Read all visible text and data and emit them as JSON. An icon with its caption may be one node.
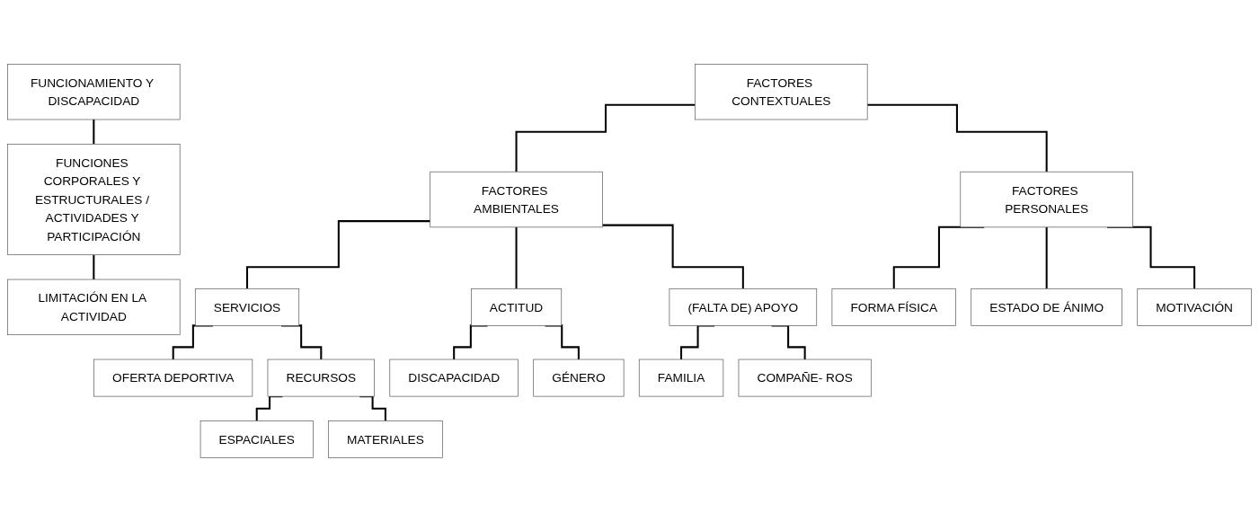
{
  "diagram": {
    "nodes": [
      {
        "text": [
          "FUNCIONAMIENTO Y DISCAPACIDAD"
        ]
      },
      {
        "text": [
          "FUNCIONES CORPORALES Y ESTRUCTURALES / ACTIVIDADES Y PARTICIPACIÓN"
        ]
      },
      {
        "text": [
          "LIMITACIÓN EN LA ACTIVIDAD"
        ]
      },
      {
        "text": [
          "FACTORES CONTEXTUALES"
        ]
      },
      {
        "text": [
          "FACTORES AMBIENTALES"
        ]
      },
      {
        "text": [
          "FACTORES PERSONALES"
        ]
      },
      {
        "text": [
          "SERVICIOS"
        ]
      },
      {
        "text": [
          "ACTITUD"
        ]
      },
      {
        "text": [
          "(FALTA DE) APOYO"
        ]
      },
      {
        "text": [
          "OFERTA DEPORTIVA"
        ]
      },
      {
        "text": [
          "RECURSOS"
        ]
      },
      {
        "text": [
          "ESPACIALES"
        ]
      },
      {
        "text": [
          "MATERIALES"
        ]
      },
      {
        "text": [
          "DISCAPACIDAD"
        ]
      },
      {
        "text": [
          "GÉNERO"
        ]
      },
      {
        "text": [
          "FAMILIA"
        ]
      },
      {
        "text": [
          "COMPAÑE- ROS"
        ]
      },
      {
        "text": [
          "FORMA FÍSICA"
        ]
      },
      {
        "text": [
          "ESTADO DE ÁNIMO"
        ]
      },
      {
        "text": [
          "MOTIVACIÓN"
        ]
      }
    ],
    "edges": [
      {
        "from": 0,
        "to": 1,
        "arrow": "none"
      },
      {
        "from": 1,
        "to": 2,
        "arrow": "none"
      },
      {
        "from": 3,
        "to": 4,
        "arrow": "none"
      },
      {
        "from": 3,
        "to": 5,
        "arrow": "none"
      },
      {
        "from": 4,
        "to": 6,
        "arrow": "none"
      },
      {
        "from": 4,
        "to": 7,
        "arrow": "none"
      },
      {
        "from": 4,
        "to": 8,
        "arrow": "none"
      },
      {
        "from": 6,
        "to": 9,
        "arrow": "none"
      },
      {
        "from": 6,
        "to": 10,
        "arrow": "none"
      },
      {
        "from": 10,
        "to": 11,
        "arrow": "none"
      },
      {
        "from": 10,
        "to": 12,
        "arrow": "none"
      },
      {
        "from": 7,
        "to": 13,
        "arrow": "none"
      },
      {
        "from": 7,
        "to": 14,
        "arrow": "none"
      },
      {
        "from": 8,
        "to": 15,
        "arrow": "none"
      },
      {
        "from": 8,
        "to": 16,
        "arrow": "none"
      },
      {
        "from": 5,
        "to": 17,
        "arrow": "none"
      },
      {
        "from": 5,
        "to": 18,
        "arrow": "none"
      },
      {
        "from": 5,
        "to": 19,
        "arrow": "none"
      }
    ]
  }
}
